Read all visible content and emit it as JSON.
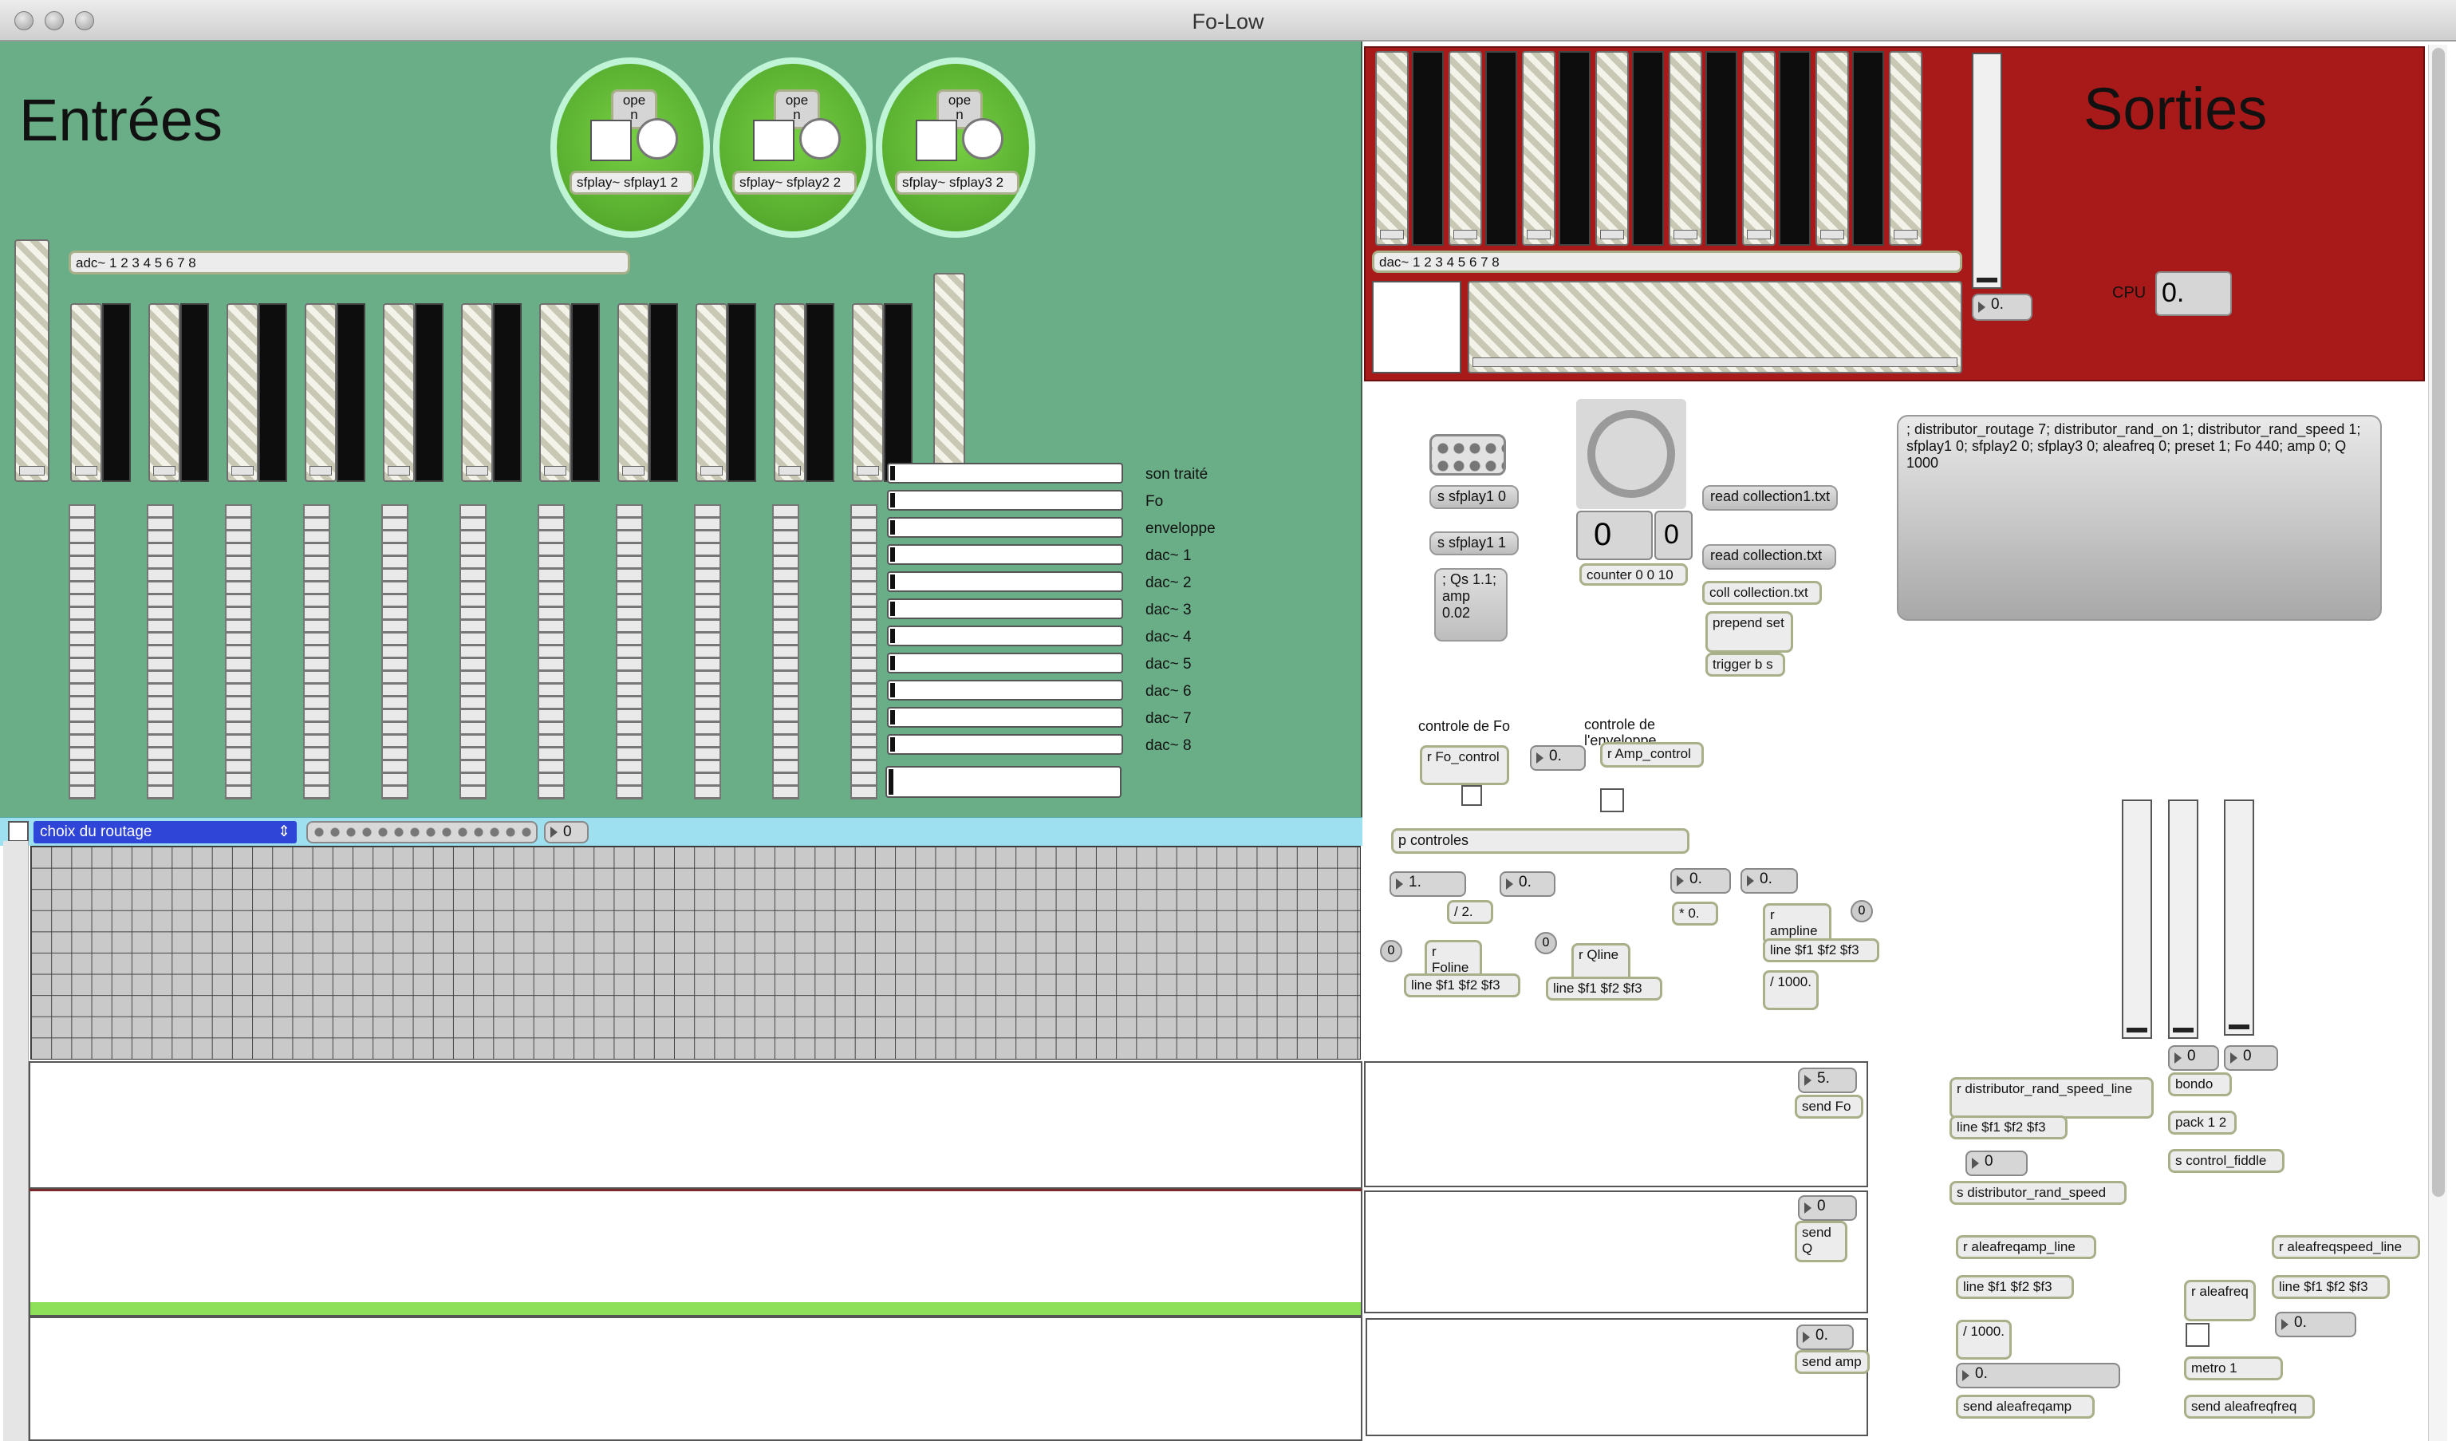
{
  "window": {
    "title": "Fo-Low"
  },
  "entrees": {
    "title": "Entrées",
    "adc_label": "adc~ 1 2 3 4 5 6 7 8",
    "players": [
      {
        "open": "ope n",
        "label": "sfplay~ sfplay1 2"
      },
      {
        "open": "ope n",
        "label": "sfplay~ sfplay2 2"
      },
      {
        "open": "ope n",
        "label": "sfplay~ sfplay3 2"
      }
    ],
    "bar_labels": [
      "son traité",
      "Fo",
      "enveloppe",
      "dac~ 1",
      "dac~ 2",
      "dac~ 3",
      "dac~ 4",
      "dac~ 5",
      "dac~ 6",
      "dac~ 7",
      "dac~ 8"
    ]
  },
  "routing": {
    "menu": "choix du routage",
    "number": "0"
  },
  "sorties": {
    "title": "Sorties",
    "dac_label": "dac~ 1 2 3 4 5 6 7 8",
    "gain_value": "0.",
    "cpu_label": "CPU",
    "cpu_value": "0."
  },
  "patch": {
    "s_sfplay1_0": "s sfplay1 0",
    "s_sfplay1_1": "s sfplay1 1",
    "qs_msg": "; Qs 1.1; amp 0.02",
    "counter_big": "0",
    "counter_small": "0",
    "counter": "counter 0 0 10",
    "read1": "read collection1.txt",
    "read2": "read collection.txt",
    "coll": "coll collection.txt",
    "prepend": "prepend set",
    "trigger": "trigger b s",
    "preset_text": "; distributor_routage 7; distributor_rand_on 1; distributor_rand_speed 1; sfplay1 0; sfplay2 0; sfplay3 0; aleafreq 0; preset 1; Fo 440; amp 0; Q 1000",
    "controle_fo": "controle de Fo",
    "controle_env": "controle de l'enveloppe",
    "r_fo_control": "r Fo_control",
    "num_env": "0.",
    "r_amp_control": "r Amp_control",
    "p_controles": "p controles",
    "num_1": "1.",
    "num_fo": "0.",
    "div2": "/ 2.",
    "num_a": "0.",
    "num_b": "0.",
    "mul0": "* 0.",
    "r_foline": "r Foline",
    "line_fo": "line $f1 $f2 $f3",
    "r_qline": "r Qline",
    "line_q": "line $f1 $f2 $f3",
    "r_ampline": "r ampline",
    "line_amp": "line $f1 $f2 $f3",
    "div1000": "/ 1000.",
    "zero1": "0",
    "zero2": "0",
    "zero3": "0",
    "num5": "5.",
    "send_fo": "send Fo",
    "num_q": "0",
    "send_q": "send Q",
    "num_amp": "0.",
    "send_amp": "send amp",
    "r_rand_speed_line": "r distributor_rand_speed_line",
    "line_rand": "line $f1 $f2 $f3",
    "num_rand": "0",
    "s_rand_speed": "s distributor_rand_speed",
    "num_bondo1": "0",
    "num_bondo2": "0",
    "bondo": "bondo",
    "pack": "pack 1 2",
    "s_control_fiddle": "s control_fiddle",
    "r_aleafreqamp_line": "r aleafreqamp_line",
    "line_aleaamp": "line $f1 $f2 $f3",
    "div1000b": "/ 1000.",
    "num_aleaamp": "0.",
    "send_aleafreqamp": "send aleafreqamp",
    "r_aleafreq": "r aleafreq",
    "r_aleafreqspeed_line": "r aleafreqspeed_line",
    "line_aleaspeed": "line $f1 $f2 $f3",
    "num_aleaspeed": "0.",
    "metro": "metro 1",
    "send_aleafreqfreq": "send aleafreqfreq"
  },
  "colors": {
    "entrees_bg": "#6aae88",
    "sorties_bg": "#a81919",
    "routing_bg": "#9fe0f0",
    "player_green": "#5cb832",
    "accent_green": "#8ee05a"
  }
}
